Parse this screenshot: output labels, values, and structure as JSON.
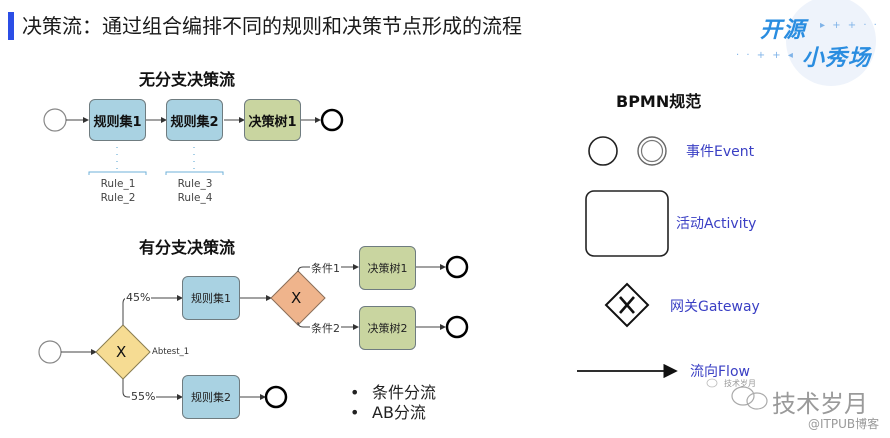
{
  "header": {
    "title": "决策流：通过组合编排不同的规则和决策节点形成的流程",
    "accent_color": "#2b4ee6"
  },
  "logo": {
    "line1": "开源",
    "line2": "小秀场",
    "dots1": "▸ + + · ·",
    "dots2": "· · + + ◂",
    "color": "#2a8de0"
  },
  "no_branch_flow": {
    "title": "无分支决策流",
    "nodes": [
      {
        "type": "start-event",
        "label": ""
      },
      {
        "type": "task",
        "label": "规则集1",
        "color": "#a9d2e2",
        "rules": [
          "Rule_1",
          "Rule_2"
        ]
      },
      {
        "type": "task",
        "label": "规则集2",
        "color": "#a9d2e2",
        "rules": [
          "Rule_3",
          "Rule_4"
        ]
      },
      {
        "type": "task",
        "label": "决策树1",
        "color": "#c9d5a0"
      },
      {
        "type": "end-event",
        "label": ""
      }
    ]
  },
  "branch_flow": {
    "title": "有分支决策流",
    "ab_gateway": {
      "label": "X",
      "name": "Abtest_1",
      "color": "#f6dc93"
    },
    "branch_45": "45%",
    "branch_55": "55%",
    "ruleset1": "规则集1",
    "ruleset2": "规则集2",
    "cond_gateway": {
      "label": "X",
      "color": "#efb48c"
    },
    "cond1": "条件1",
    "cond2": "条件2",
    "tree1": "决策树1",
    "tree2": "决策树2"
  },
  "bullets": [
    "条件分流",
    "AB分流"
  ],
  "bpmn_legend": {
    "title": "BPMN规范",
    "items": [
      {
        "icon": "event-circles-icon",
        "label": "事件Event"
      },
      {
        "icon": "activity-rect-icon",
        "label": "活动Activity"
      },
      {
        "icon": "gateway-diamond-icon",
        "label": "网关Gateway"
      },
      {
        "icon": "flow-arrow-icon",
        "label": "流向Flow"
      }
    ],
    "label_color": "#3a3fc4"
  },
  "watermark": {
    "small": "技术岁月",
    "main": "技术岁月",
    "site": "@ITPUB博客"
  }
}
